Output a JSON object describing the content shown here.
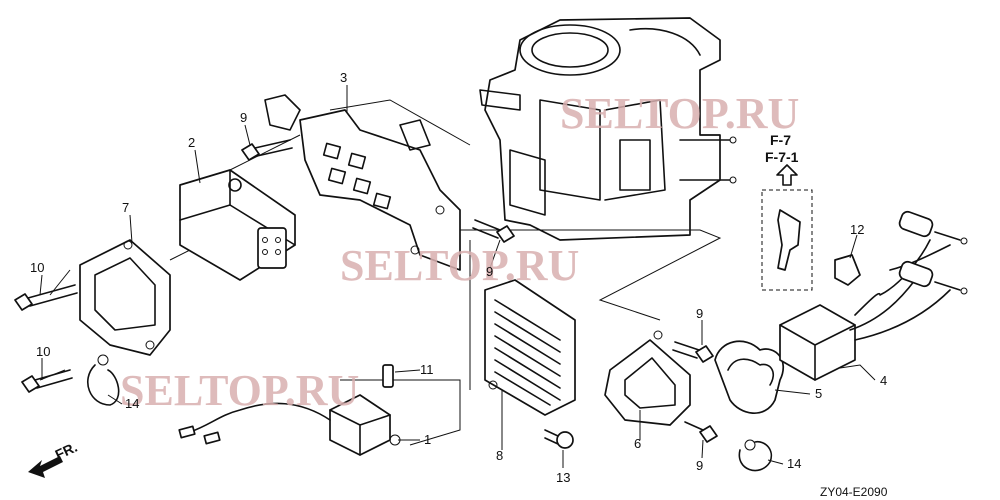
{
  "callouts": {
    "c1": "1",
    "c2": "2",
    "c3": "3",
    "c4": "4",
    "c5": "5",
    "c6": "6",
    "c7": "7",
    "c8": "8",
    "c9a": "9",
    "c9b": "9",
    "c9c": "9",
    "c9d": "9",
    "c10a": "10",
    "c10b": "10",
    "c11": "11",
    "c12": "12",
    "c13": "13",
    "c14a": "14",
    "c14b": "14"
  },
  "references": {
    "ref1": "F-7",
    "ref2": "F-7-1"
  },
  "front_label": "FR.",
  "diagram_code": "ZY04-E2090",
  "watermarks": [
    "SELTOP.RU",
    "SELTOP.RU",
    "SELTOP.RU"
  ]
}
